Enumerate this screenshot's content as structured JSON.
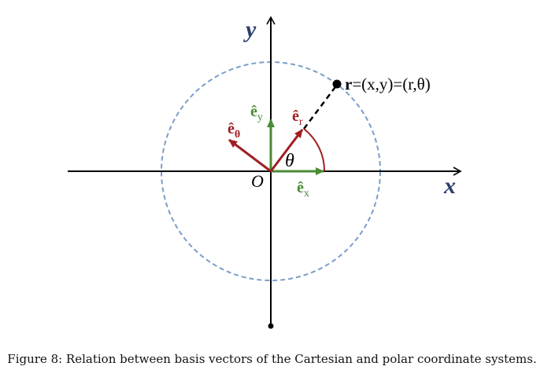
{
  "colors": {
    "axis": "#000000",
    "circle": "#7a9ec8",
    "green_vectors": "#4a8a34",
    "red_vectors": "#a01e22",
    "axis_labels": "#2c3e6e",
    "dashed_radial": "#000000"
  },
  "axis_labels": {
    "x": "x",
    "y": "y"
  },
  "origin_label": "O",
  "angle_label": "θ",
  "vectors": {
    "e_x": {
      "hat": "ê",
      "sub": "x"
    },
    "e_y": {
      "hat": "ê",
      "sub": "y"
    },
    "e_r": {
      "hat": "ê",
      "sub": "r"
    },
    "e_theta": {
      "hat": "ê",
      "sub": "θ"
    }
  },
  "point_label": {
    "bold": "r",
    "rest": "=(x,y)=(r,θ)"
  },
  "caption": "Figure 8: Relation between basis vectors of the Cartesian and polar coordinate systems."
}
